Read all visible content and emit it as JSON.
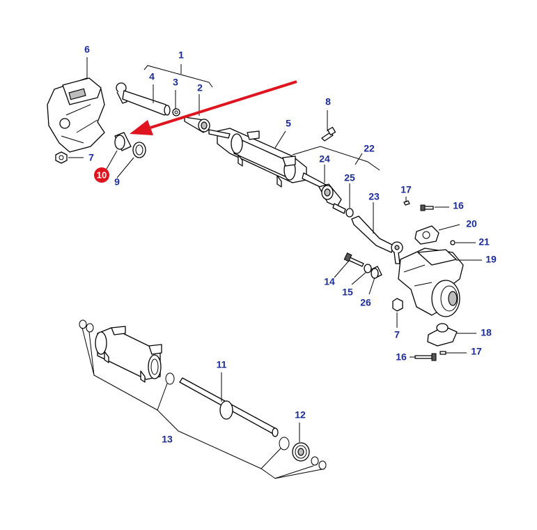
{
  "callouts": [
    {
      "id": "c1",
      "text": "1"
    },
    {
      "id": "c2",
      "text": "2"
    },
    {
      "id": "c3",
      "text": "3"
    },
    {
      "id": "c4",
      "text": "4"
    },
    {
      "id": "c5",
      "text": "5"
    },
    {
      "id": "c6",
      "text": "6"
    },
    {
      "id": "c7a",
      "text": "7"
    },
    {
      "id": "c7b",
      "text": "7"
    },
    {
      "id": "c8",
      "text": "8"
    },
    {
      "id": "c9",
      "text": "9"
    },
    {
      "id": "c10",
      "text": "10"
    },
    {
      "id": "c11",
      "text": "11"
    },
    {
      "id": "c12",
      "text": "12"
    },
    {
      "id": "c13",
      "text": "13"
    },
    {
      "id": "c14",
      "text": "14"
    },
    {
      "id": "c15",
      "text": "15"
    },
    {
      "id": "c16a",
      "text": "16"
    },
    {
      "id": "c16b",
      "text": "16"
    },
    {
      "id": "c17a",
      "text": "17"
    },
    {
      "id": "c17b",
      "text": "17"
    },
    {
      "id": "c18",
      "text": "18"
    },
    {
      "id": "c19",
      "text": "19"
    },
    {
      "id": "c20",
      "text": "20"
    },
    {
      "id": "c21",
      "text": "21"
    },
    {
      "id": "c22",
      "text": "22"
    },
    {
      "id": "c23",
      "text": "23"
    },
    {
      "id": "c24",
      "text": "24"
    },
    {
      "id": "c25",
      "text": "25"
    },
    {
      "id": "c26",
      "text": "26"
    }
  ],
  "highlight": {
    "callout": "10",
    "color": "#e0141e"
  },
  "colors": {
    "label": "#1a2b9a",
    "arrow": "#e0141e",
    "line": "#000000"
  }
}
